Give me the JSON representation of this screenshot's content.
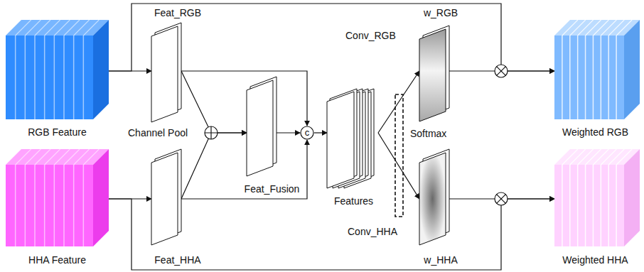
{
  "diagram": {
    "nodes": [
      {
        "text": [
          "RGB Feature"
        ]
      },
      {
        "text": [
          "Feat_RGB"
        ]
      },
      {
        "text": [
          "HHA Feature"
        ]
      },
      {
        "text": [
          "Feat_HHA"
        ]
      },
      {
        "text": [
          "Feat_Fusion"
        ]
      },
      {
        "text": [
          "c"
        ]
      },
      {
        "text": [
          "Features"
        ]
      },
      {
        "text": [
          "w_RGB"
        ]
      },
      {
        "text": [
          "w_HHA"
        ]
      },
      {
        "text": [
          "Weighted RGB"
        ]
      },
      {
        "text": [
          "Weighted HHA"
        ]
      }
    ],
    "edges": [
      {
        "from": 0,
        "to": 1,
        "arrow": "to"
      },
      {
        "from": 0,
        "to": 9,
        "arrow": "to"
      },
      {
        "from": 2,
        "to": 3,
        "arrow": "to"
      },
      {
        "from": 2,
        "to": 10,
        "arrow": "to"
      },
      {
        "from": 1,
        "to": 4,
        "arrow": "to"
      },
      {
        "from": 3,
        "to": 4,
        "arrow": "to"
      },
      {
        "from": 1,
        "to": 5,
        "arrow": "to"
      },
      {
        "from": 4,
        "to": 5,
        "arrow": "to"
      },
      {
        "from": 3,
        "to": 5,
        "arrow": "to"
      },
      {
        "from": 5,
        "to": 6,
        "arrow": "to"
      },
      {
        "from": 6,
        "to": 7,
        "arrow": "to"
      },
      {
        "from": 6,
        "to": 8,
        "arrow": "to"
      },
      {
        "from": 7,
        "to": 9,
        "arrow": "to"
      },
      {
        "from": 8,
        "to": 10,
        "arrow": "to"
      }
    ],
    "labels": [
      "Channel Pool",
      "Conv_RGB",
      "Softmax",
      "Conv_HHA"
    ]
  }
}
